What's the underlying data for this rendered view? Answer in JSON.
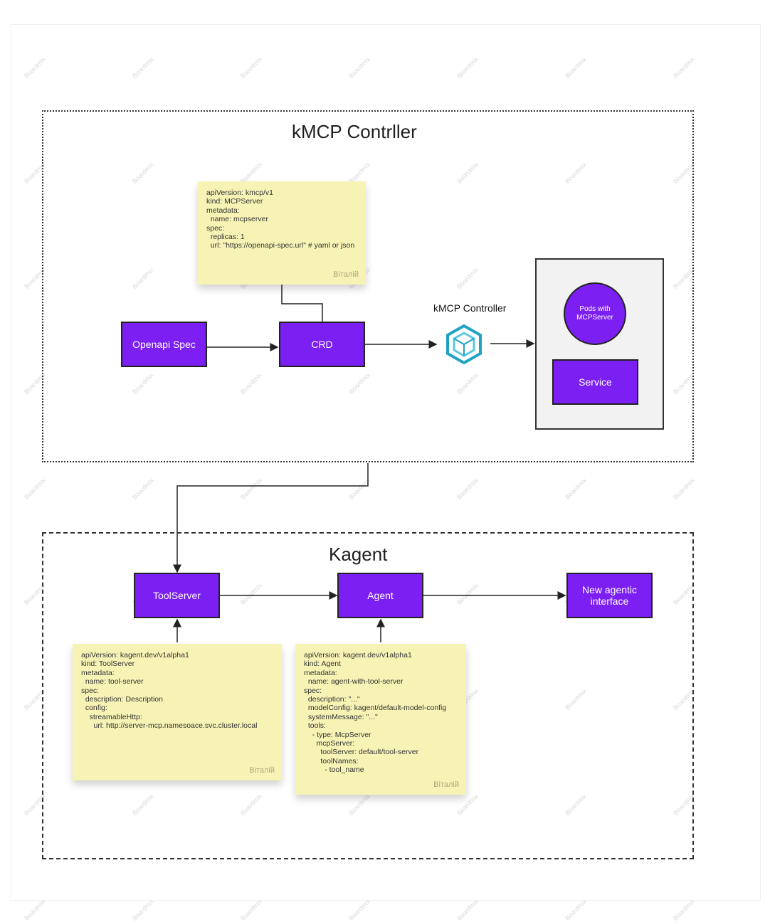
{
  "watermark": "Boardmix",
  "controller_frame": {
    "title": "kMCP Contrller"
  },
  "kagent_frame": {
    "title": "Kagent"
  },
  "crd_note": {
    "text": "apiVersion: kmcp/v1\nkind: MCPServer\nmetadata:\n  name: mcpserver\nspec:\n  replicas: 1\n  url: \"https://openapi-spec.url\" # yaml or json",
    "author": "Віталій"
  },
  "boxes": {
    "openapi": "Openapi   Spec",
    "crd": "CRD",
    "service": "Service",
    "toolserver": "ToolServer",
    "agent": "Agent",
    "new_interface": "New agentic interface"
  },
  "controller_label": "kMCP Controller",
  "pods_label": "Pods with MCPServer",
  "toolserver_note": {
    "text": "apiVersion: kagent.dev/v1alpha1\nkind: ToolServer\nmetadata:\n  name: tool-server\nspec:\n  description: Description\n  config:\n    streamableHttp:\n      url: http://server-mcp.namesoace.svc.cluster.local",
    "author": "Віталій"
  },
  "agent_note": {
    "text": "apiVersion: kagent.dev/v1alpha1\nkind: Agent\nmetadata:\n  name: agent-with-tool-server\nspec:\n  description: \"...\"\n  modelConfig: kagent/default-model-config\n  systemMessage: \"...\"\n  tools:\n    - type: McpServer\n      mcpServer:\n        toolServer: default/tool-server\n        toolNames:\n          - tool_name",
    "author": "Віталій"
  },
  "colors": {
    "box": "#7b1ff2",
    "note": "#f7f3b5",
    "icon_teal": "#1fa3c4"
  },
  "icons": [
    "cube-icon"
  ]
}
